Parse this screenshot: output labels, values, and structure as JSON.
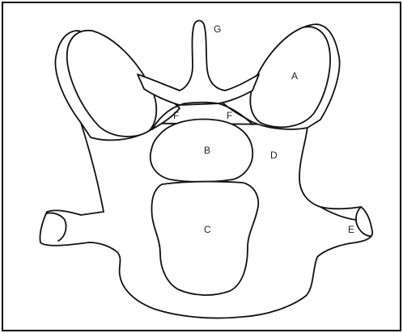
{
  "diagram": {
    "labels": {
      "A": "A",
      "B": "B",
      "C": "C",
      "D": "D",
      "E": "E",
      "F_left": "F",
      "F_right": "F",
      "G": "G"
    }
  }
}
